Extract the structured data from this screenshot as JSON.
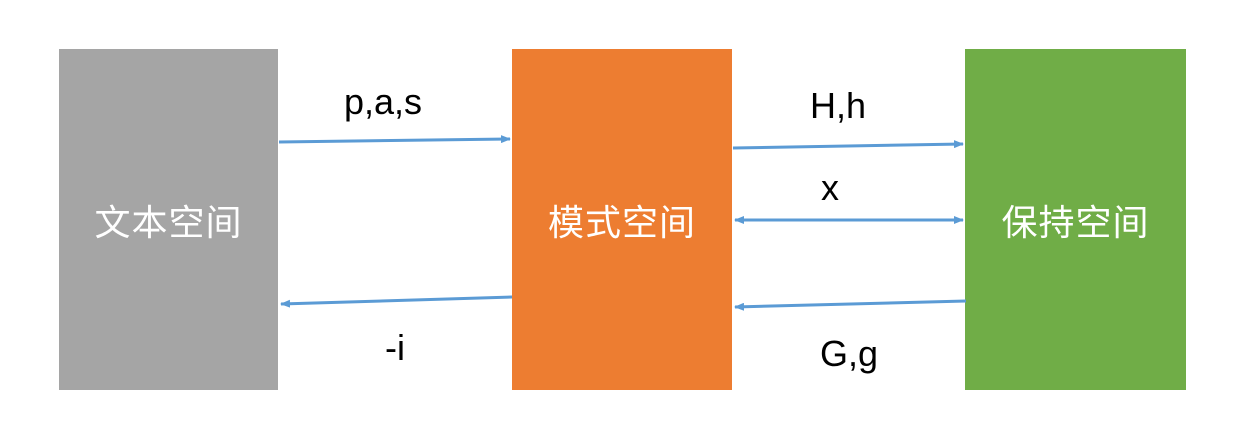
{
  "colors": {
    "text_space": "#a5a5a5",
    "model_space": "#ed7d31",
    "hold_space": "#70ad47",
    "arrow": "#5b9bd5"
  },
  "boxes": {
    "text_space": "文本空间",
    "model_space": "模式空间",
    "hold_space": "保持空间"
  },
  "arrows": {
    "text_to_model": "p,a,s",
    "model_to_text": "-i",
    "model_to_hold": "H,h",
    "model_hold_exchange": "x",
    "hold_to_model": "G,g"
  }
}
